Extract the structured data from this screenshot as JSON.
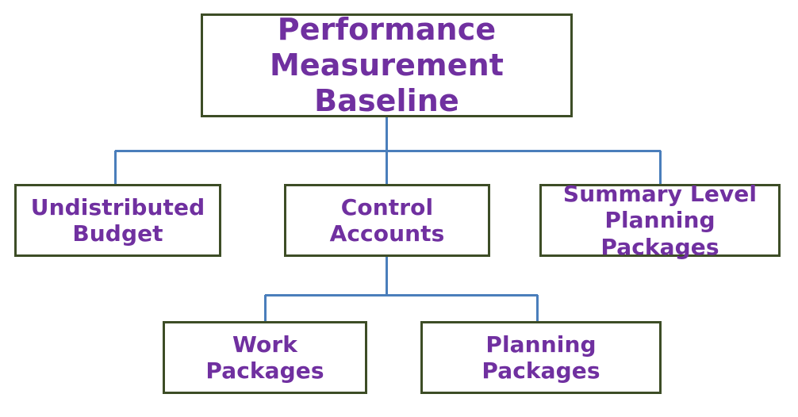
{
  "diagram": {
    "title": "Performance Measurement Baseline breakdown",
    "colors": {
      "box_border": "#3D4D26",
      "box_fill": "#FFFFFF",
      "text": "#7030A0",
      "connector": "#4A7EBB",
      "background": "#FFFFFF"
    },
    "nodes": {
      "pmb": {
        "label": "Performance\nMeasurement Baseline"
      },
      "undistributed_budget": {
        "label": "Undistributed\nBudget"
      },
      "control_accounts": {
        "label": "Control\nAccounts"
      },
      "summary_level_planning_packages": {
        "label": "Summary Level\nPlanning Packages"
      },
      "work_packages": {
        "label": "Work Packages"
      },
      "planning_packages": {
        "label": "Planning Packages"
      }
    },
    "edges": [
      {
        "from": "pmb",
        "to": "undistributed_budget"
      },
      {
        "from": "pmb",
        "to": "control_accounts"
      },
      {
        "from": "pmb",
        "to": "summary_level_planning_packages"
      },
      {
        "from": "control_accounts",
        "to": "work_packages"
      },
      {
        "from": "control_accounts",
        "to": "planning_packages"
      }
    ]
  }
}
